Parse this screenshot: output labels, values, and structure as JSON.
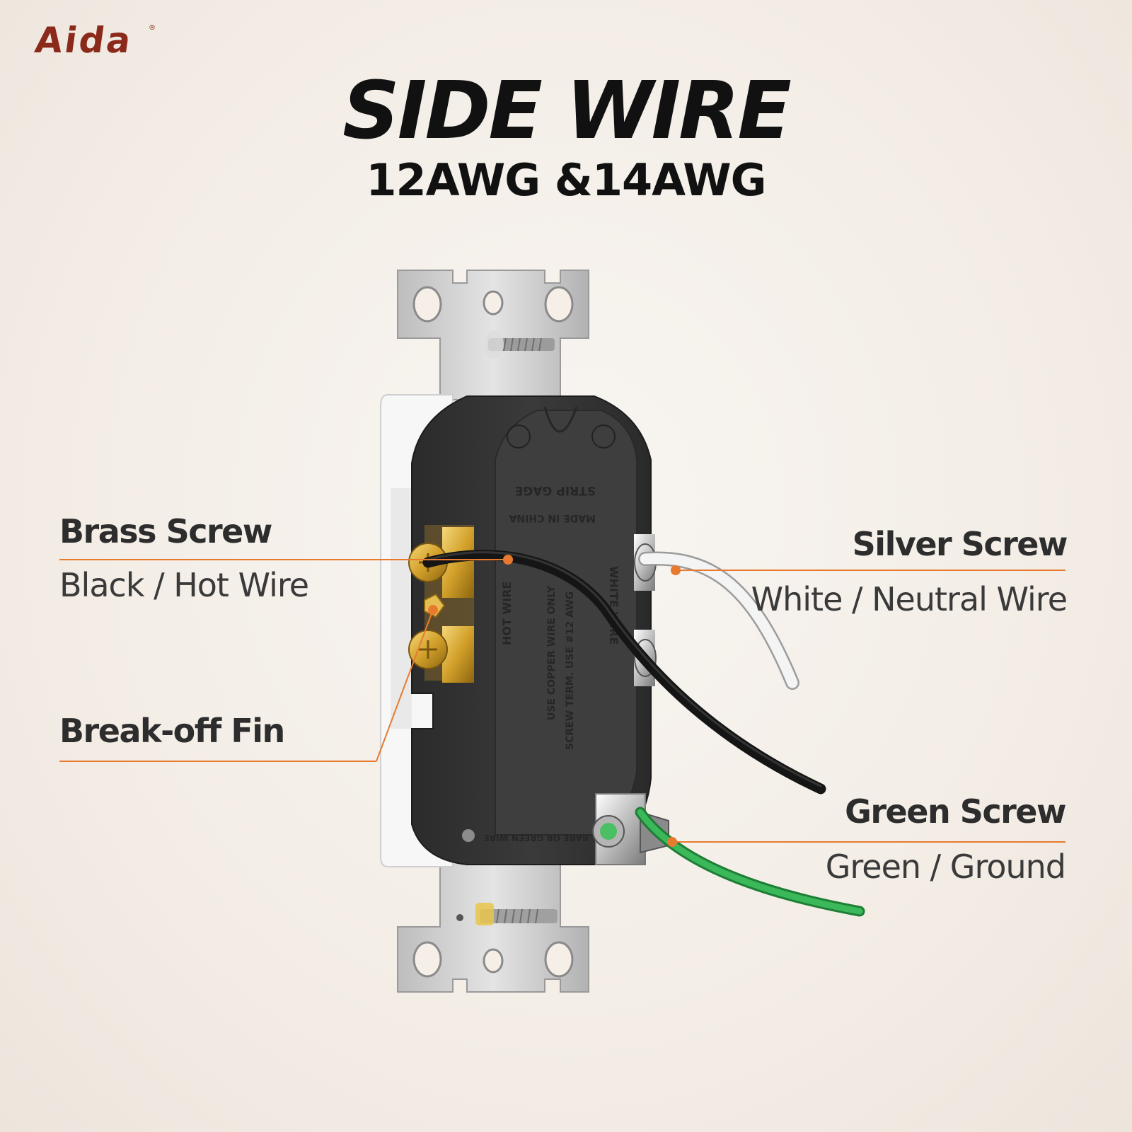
{
  "brand": {
    "logo": "Aida"
  },
  "heading": {
    "title": "SIDE WIRE",
    "subtitle": "12AWG &14AWG"
  },
  "callouts": {
    "brass": {
      "title": "Brass Screw",
      "desc": "Black / Hot Wire"
    },
    "fin": {
      "title": "Break-off Fin"
    },
    "silver": {
      "title": "Silver Screw",
      "desc": "White / Neutral Wire"
    },
    "green": {
      "title": "Green Screw",
      "desc": "Green / Ground"
    }
  },
  "device_markings": {
    "strip_gage": "STRIP GAGE",
    "made_in": "MADE IN CHINA",
    "hot_wire": "HOT WIRE",
    "white_wire": "WHITE WIRE",
    "copper_note": "USE COPPER WIRE ONLY",
    "screw_note": "SCREW TERM. USE #12 AWG",
    "ground_note": "BARE OR GREEN WIRE"
  },
  "colors": {
    "accent_line": "#e87a2f",
    "brand": "#8b2a1a",
    "hot_wire": "#151515",
    "neutral_wire": "#e6e6e6",
    "ground_wire": "#2aa24a",
    "brass": "#d2a02a"
  }
}
